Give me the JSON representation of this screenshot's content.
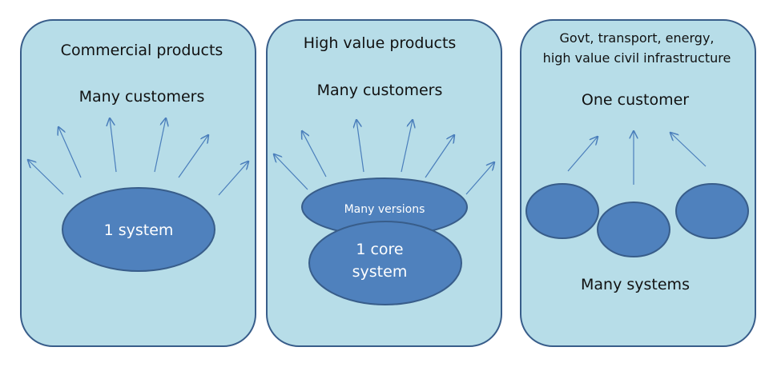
{
  "colors": {
    "panel_fill": "#b7dde8",
    "panel_stroke": "#385d8a",
    "ellipse_fill": "#4f81bd",
    "ellipse_stroke": "#385d8a",
    "arrow": "#4a7ebb",
    "text_dark": "#111111",
    "text_light": "#ffffff"
  },
  "panels": [
    {
      "title": "Commercial products",
      "subtitle": "Many customers",
      "system_label": "1 system"
    },
    {
      "title": "High value products",
      "subtitle": "Many customers",
      "versions_label": "Many versions",
      "core_label_line1": "1 core",
      "core_label_line2": "system"
    },
    {
      "title_line1": "Govt, transport,  energy,",
      "title_line2": "high value civil infrastructure",
      "subtitle": "One customer",
      "systems_label": "Many systems"
    }
  ]
}
